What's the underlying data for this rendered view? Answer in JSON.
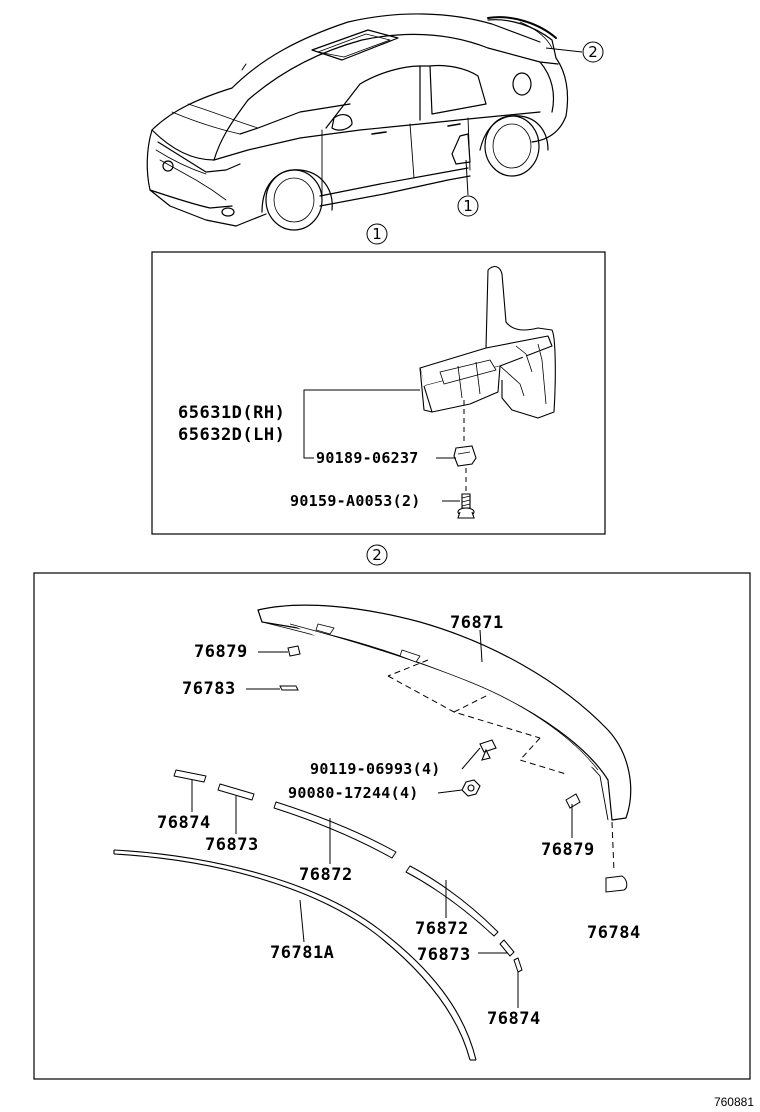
{
  "callouts": {
    "one": "1",
    "two": "2"
  },
  "section_one": {
    "parts": {
      "mudguard_rh": "65631D(RH)",
      "mudguard_lh": "65632D(LH)",
      "clip": "90189-06237",
      "screw": "90159-A0053(2)"
    }
  },
  "section_two": {
    "parts": {
      "spoiler": "76871",
      "spoiler_cushion_left": "76879",
      "spoiler_pad_left": "76783",
      "bolt": "90119-06993(4)",
      "nut": "90080-17244(4)",
      "moulding_end_left": "76874",
      "moulding_joint_left": "76873",
      "moulding_center_left": "76872",
      "cushion_right": "76879",
      "moulding_center_right": "76872",
      "moulding_joint_right": "76873",
      "pad_right": "76784",
      "weatherstrip": "76781A",
      "moulding_end_right": "76874"
    }
  },
  "footer": {
    "figure_code": "760881"
  },
  "colors": {
    "line": "#000000",
    "background": "#ffffff"
  }
}
